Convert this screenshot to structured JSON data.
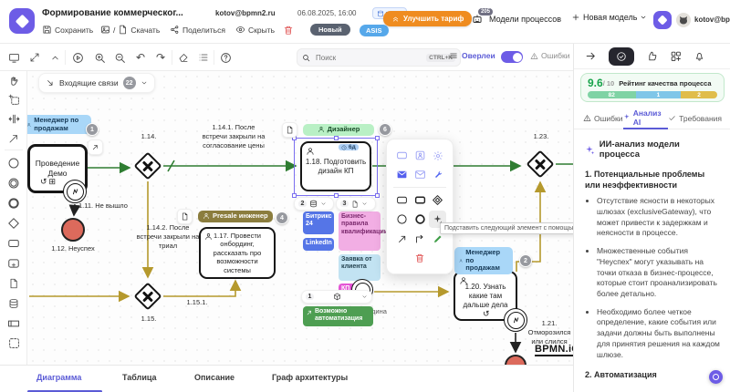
{
  "header": {
    "title": "Формирование коммерческог...",
    "email": "kotov@bpmn2.ru",
    "datetime": "06.08.2025, 16:00",
    "version": "v.258",
    "save": "Сохранить",
    "download_sep": "/",
    "download": "Скачать",
    "share": "Поделиться",
    "hide": "Скрыть",
    "new_badge": "Новый",
    "asis_badge": "ASIS",
    "upgrade": "Улучшить тариф",
    "models_count": "205",
    "models_label": "Модели процессов",
    "new_model": "Новая модель",
    "user": "kotov@bpm"
  },
  "toolbar": {
    "search_placeholder": "Поиск",
    "shortcut": "CTRL+K",
    "overlays": "Оверлеи",
    "errors": "Ошибки"
  },
  "canvas": {
    "incoming_label": "Входящие связи",
    "incoming_count": "22",
    "roles": [
      {
        "label": "Менеджер по продажам",
        "count": "1"
      },
      {
        "label": "Дизайнер",
        "count": "6"
      },
      {
        "label": "Presale инженер",
        "count": "4"
      },
      {
        "label": "Менеджер по продажам",
        "count": "2"
      }
    ],
    "tasks": {
      "demo": "Проведение Демо",
      "t117": "1.17. Провести онбординг, рассказать про возможности системы",
      "t118": "1.18. Подготовить дизайн КП",
      "t118_duration": "6д",
      "t120": "1.20. Узнать какие там дальше дела"
    },
    "events": {
      "fail1_label": "1.12. Неуспех",
      "fail2_label": "1.21. Отморозился или слился"
    },
    "edges": {
      "e111": "1.11. Не вышло",
      "g114": "1.14.",
      "e1141": "1.14.1. После встречи закрыли на согласование цены",
      "e1142": "1.14.2. После встречи закрыли на триал",
      "g115": "1.15.",
      "e1151": "1.15.1.",
      "g123": "1.23."
    },
    "chips": {
      "data_count": "2",
      "docs_count": "3",
      "objects_count": "1"
    },
    "badges": {
      "bitrix": "Битрикс 24",
      "rules": "Бизнес-правила квалификации",
      "linkedin": "LinkedIn",
      "request": "Заявка от клиента",
      "kp": "КП",
      "auto": "Возможно автоматизация"
    },
    "fragment": "дина",
    "tooltip": "Подставить следующий элемент с помощью AI",
    "watermark": "BPMN.iO"
  },
  "right_panel": {
    "rating": {
      "score": "9.6",
      "max": "/ 10",
      "label": "Рейтинг качества процесса",
      "segments": [
        {
          "value": "82",
          "color": "#7fd3a4"
        },
        {
          "value": "1",
          "color": "#7fc6e8"
        },
        {
          "value": "2",
          "color": "#e0bd4a"
        }
      ]
    },
    "tabs": [
      {
        "label": "Ошибки"
      },
      {
        "label": "Анализ AI"
      },
      {
        "label": "Требования"
      }
    ],
    "ai_title": "ИИ-анализ модели процесса",
    "section1": "1. Потенциальные проблемы или неэффективности",
    "bullets": [
      "Отсутствие ясности в некоторых шлюзах (exclusiveGateway), что может привести к задержкам и неясности в процессе.",
      "Множественные события \"Неуспех\" могут указывать на точки отказа в бизнес-процессе, которые стоит проанализировать более детально.",
      "Необходимо более четкое определение, какие события или задачи должны быть выполнены для принятия решения на каждом шлюзе."
    ],
    "section2": "2. Автоматизация"
  },
  "bottom_tabs": [
    {
      "label": "Диаграмма"
    },
    {
      "label": "Таблица"
    },
    {
      "label": "Описание"
    },
    {
      "label": "Граф архитектуры"
    }
  ]
}
